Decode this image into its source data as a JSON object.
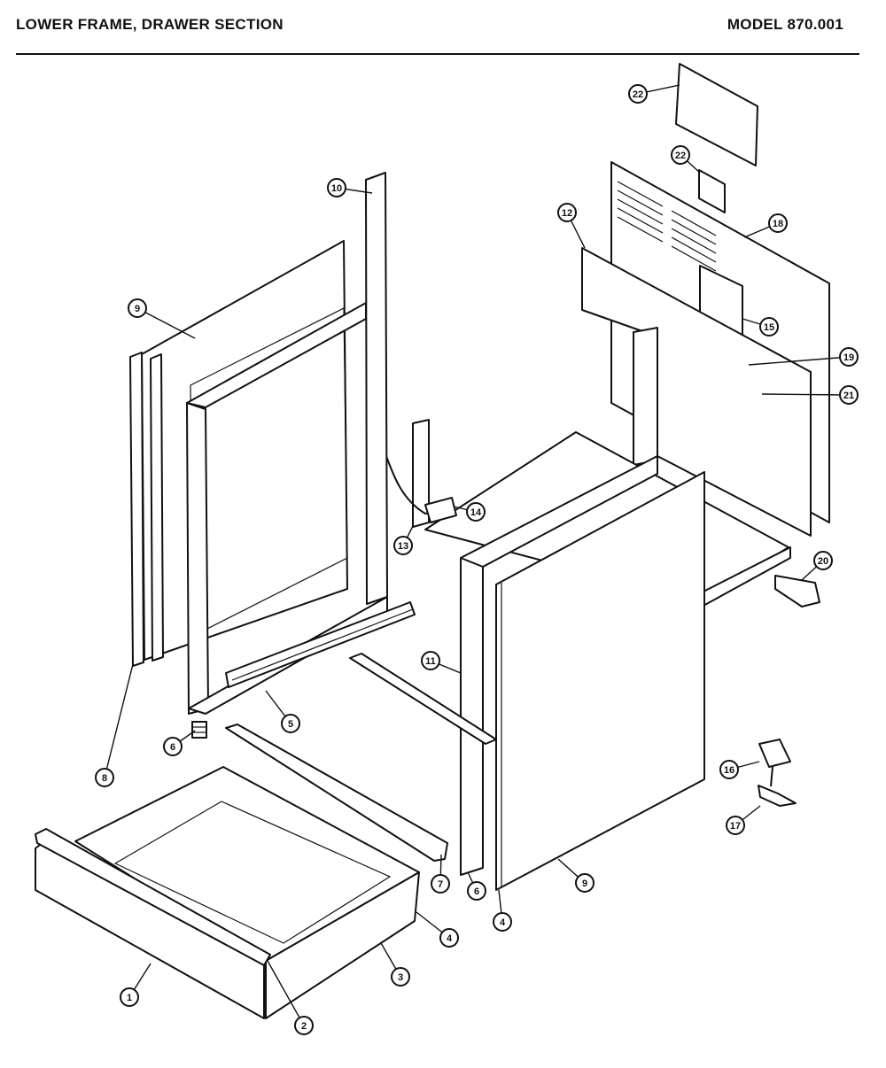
{
  "header": {
    "title": "LOWER FRAME, DRAWER SECTION",
    "model": "MODEL 870.001"
  },
  "callouts": [
    {
      "id": "c1",
      "label": "1"
    },
    {
      "id": "c2",
      "label": "2"
    },
    {
      "id": "c3",
      "label": "3"
    },
    {
      "id": "c4a",
      "label": "4"
    },
    {
      "id": "c4b",
      "label": "4"
    },
    {
      "id": "c5",
      "label": "5"
    },
    {
      "id": "c6a",
      "label": "6"
    },
    {
      "id": "c6b",
      "label": "6"
    },
    {
      "id": "c7",
      "label": "7"
    },
    {
      "id": "c8",
      "label": "8"
    },
    {
      "id": "c9a",
      "label": "9"
    },
    {
      "id": "c9b",
      "label": "9"
    },
    {
      "id": "c10",
      "label": "10"
    },
    {
      "id": "c11",
      "label": "11"
    },
    {
      "id": "c12",
      "label": "12"
    },
    {
      "id": "c13",
      "label": "13"
    },
    {
      "id": "c14",
      "label": "14"
    },
    {
      "id": "c15",
      "label": "15"
    },
    {
      "id": "c16",
      "label": "16"
    },
    {
      "id": "c17",
      "label": "17"
    },
    {
      "id": "c18",
      "label": "18"
    },
    {
      "id": "c19",
      "label": "19"
    },
    {
      "id": "c20",
      "label": "20"
    },
    {
      "id": "c21",
      "label": "21"
    },
    {
      "id": "c22a",
      "label": "22"
    },
    {
      "id": "c22b",
      "label": "22"
    }
  ]
}
